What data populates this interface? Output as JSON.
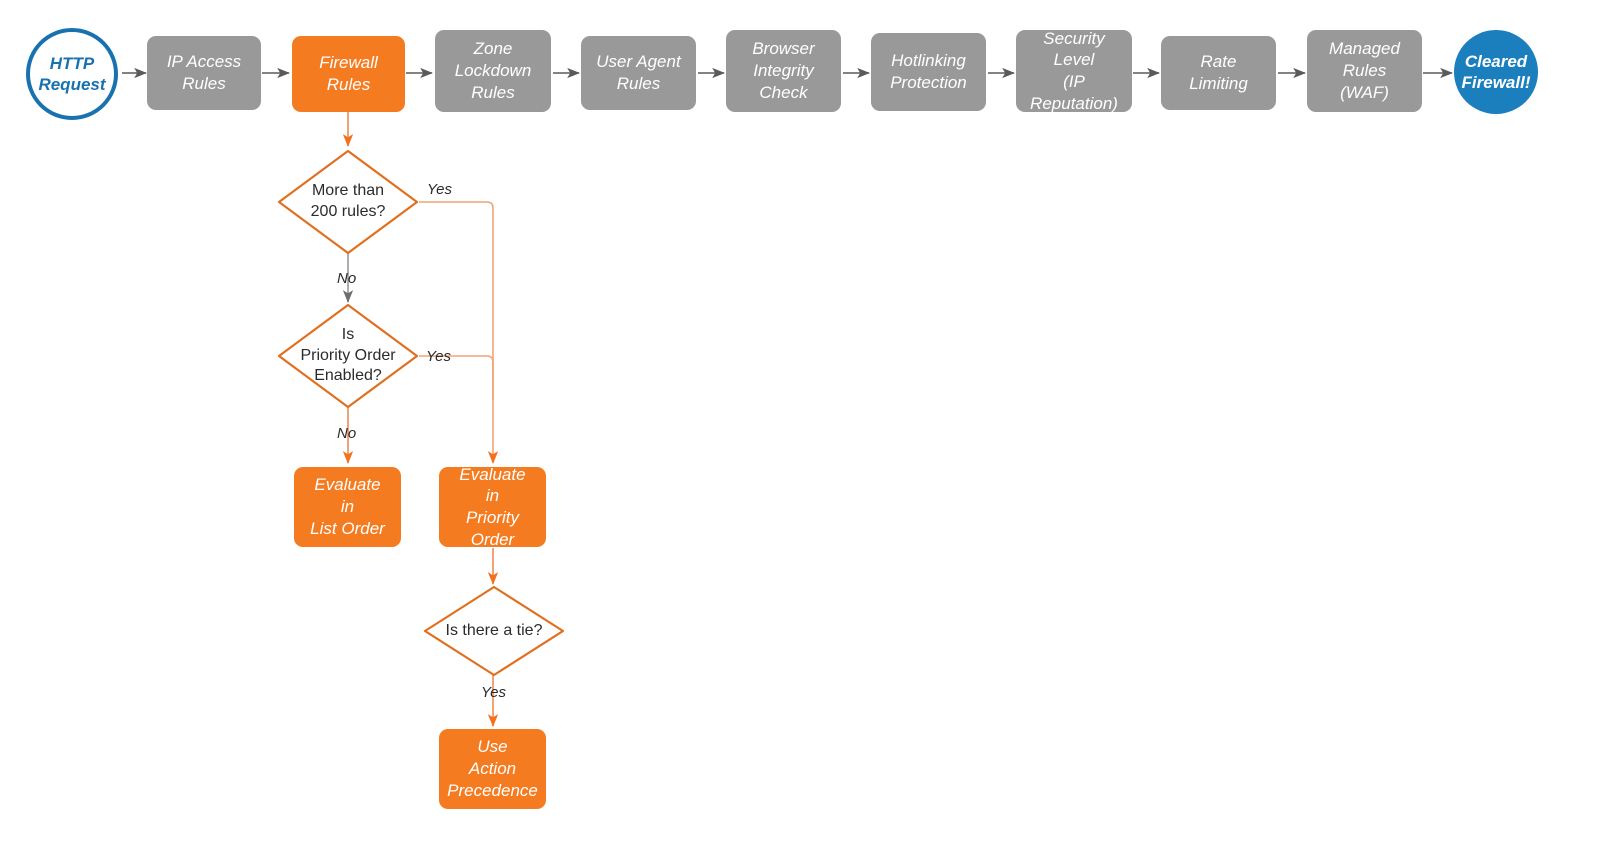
{
  "diagram": {
    "title": "Cloudflare Firewall Rules Evaluation Order",
    "colors": {
      "gray_node": "#999999",
      "orange_node": "#F47B20",
      "orange_stroke": "#E07020",
      "blue_outline": "#1872B0",
      "blue_fill": "#1B7FBE",
      "gray_edge": "#5A5A5A",
      "orange_edge": "#F08A52",
      "text_dark": "#2b2b2b"
    },
    "pipeline": [
      {
        "id": "http-request",
        "label": "HTTP\nRequest",
        "shape": "circle-outline"
      },
      {
        "id": "ip-access-rules",
        "label": "IP Access\nRules",
        "shape": "box-gray"
      },
      {
        "id": "firewall-rules",
        "label": "Firewall\nRules",
        "shape": "box-orange"
      },
      {
        "id": "zone-lockdown-rules",
        "label": "Zone\nLockdown\nRules",
        "shape": "box-gray"
      },
      {
        "id": "user-agent-rules",
        "label": "User Agent\nRules",
        "shape": "box-gray"
      },
      {
        "id": "browser-integrity",
        "label": "Browser\nIntegrity\nCheck",
        "shape": "box-gray"
      },
      {
        "id": "hotlinking",
        "label": "Hotlinking\nProtection",
        "shape": "box-gray"
      },
      {
        "id": "security-level",
        "label": "Security\nLevel\n(IP Reputation)",
        "shape": "box-gray"
      },
      {
        "id": "rate-limiting",
        "label": "Rate\nLimiting",
        "shape": "box-gray"
      },
      {
        "id": "managed-rules",
        "label": "Managed\nRules\n(WAF)",
        "shape": "box-gray"
      },
      {
        "id": "cleared-firewall",
        "label": "Cleared\nFirewall!",
        "shape": "circle-filled"
      }
    ],
    "decisions": [
      {
        "id": "more-than-200-rules",
        "label": "More than\n200 rules?"
      },
      {
        "id": "is-priority-order-enabled",
        "label": "Is\nPriority Order\nEnabled?"
      },
      {
        "id": "is-there-a-tie",
        "label": "Is there a tie?"
      }
    ],
    "outcomes": [
      {
        "id": "evaluate-list-order",
        "label": "Evaluate\nin\nList Order"
      },
      {
        "id": "evaluate-priority-order",
        "label": "Evaluate\nin\nPriority Order"
      },
      {
        "id": "use-action-precedence",
        "label": "Use\nAction\nPrecedence"
      }
    ],
    "edge_labels": {
      "rules_yes": "Yes",
      "rules_no": "No",
      "priority_yes": "Yes",
      "priority_no": "No",
      "tie_yes": "Yes"
    }
  }
}
